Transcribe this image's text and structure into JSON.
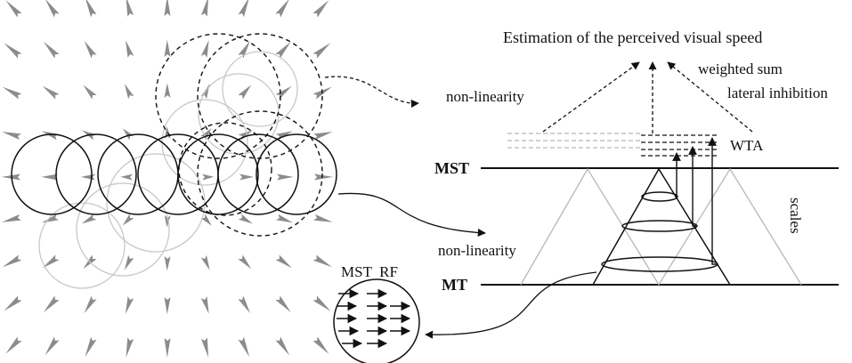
{
  "labels": {
    "title": "Estimation of the perceived visual speed",
    "weighted_sum": "weighted sum",
    "lateral_inhibition": "lateral inhibition",
    "nonlinearity_top": "non-linearity",
    "nonlinearity_bottom": "non-linearity",
    "wta": "WTA",
    "mst": "MST",
    "mt": "MT",
    "scales": "scales",
    "mst_rf": "MST  RF"
  },
  "colors": {
    "ink": "#111111",
    "arrow_field": "#8c8c8c",
    "faint_circle": "#c8c8c8",
    "faint_line": "#b8b8b8"
  },
  "icons": {
    "flow_field": "radial-expansion-vector-field",
    "rf_arrows": "rightward-arrows"
  }
}
